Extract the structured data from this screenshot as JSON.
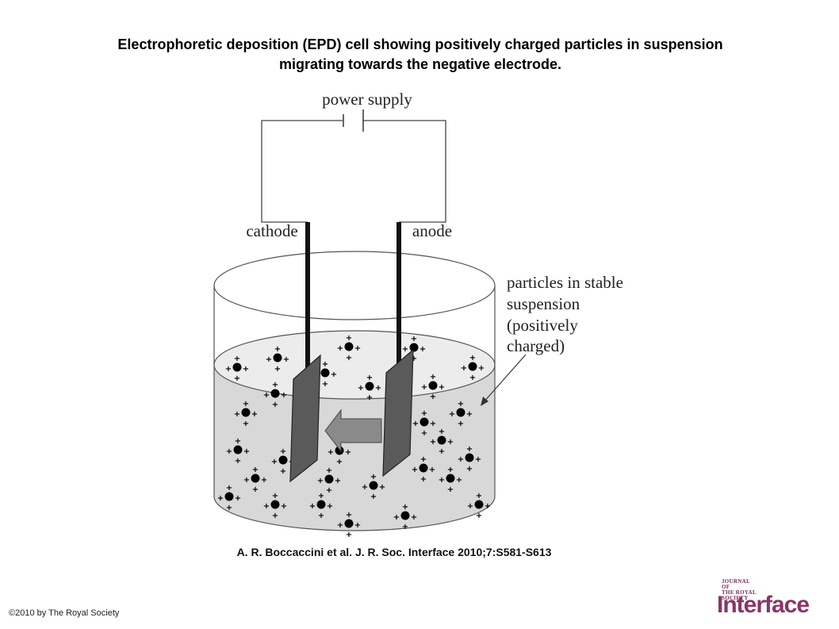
{
  "title": {
    "line1": "Electrophoretic deposition (EPD) cell showing positively charged particles in suspension",
    "line2": "migrating towards the negative electrode."
  },
  "diagram": {
    "power_supply_label": "power supply",
    "cathode_label": "cathode",
    "anode_label": "anode",
    "particles_label": [
      "particles in stable",
      "suspension",
      "(positively",
      "charged)"
    ],
    "particle_charge_glyph": "+",
    "colors": {
      "suspension_fill": "#d8d8d8",
      "electrode_fill": "#5a5a5a",
      "arrow_fill": "#8a8a8a",
      "particle_fill": "#000000"
    }
  },
  "citation": "A. R. Boccaccini et al. J. R. Soc. Interface 2010;7:S581-S613",
  "copyright": "©2010 by The Royal Society",
  "logo": {
    "top_text": [
      "JOURNAL",
      "OF",
      "THE ROYAL",
      "SOCIETY"
    ],
    "main_text": "Interface"
  }
}
